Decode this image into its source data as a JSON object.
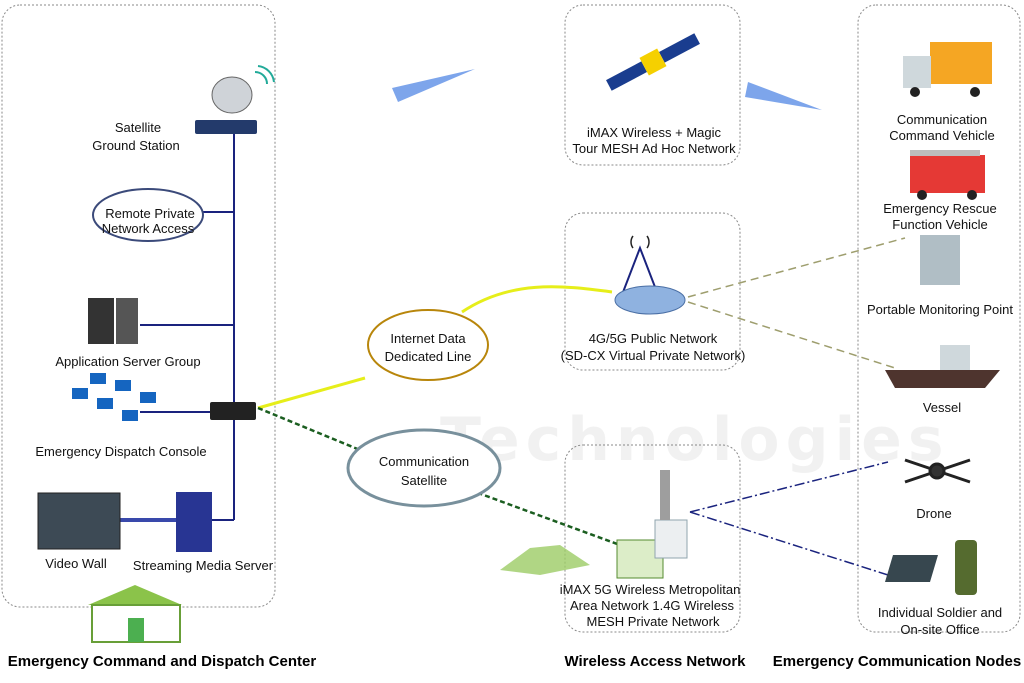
{
  "colors": {
    "backbone": "#1a237e",
    "internet_line": "#e6ee1a",
    "satellite_line": "#1b5e20",
    "cellular_line": "#9e9e6e",
    "mesh_line": "#1a237e",
    "box_border": "#888888"
  },
  "watermark": "Technologies",
  "sections": {
    "command_center": "Emergency Command and Dispatch Center",
    "access_network": "Wireless Access Network",
    "nodes": "Emergency Communication Nodes"
  },
  "command_center": {
    "ground_station": [
      "Satellite",
      "Ground Station"
    ],
    "remote_access": [
      "Remote Private",
      "Network Access"
    ],
    "server_group": "Application Server Group",
    "dispatch_console": "Emergency Dispatch Console",
    "video_wall": "Video Wall",
    "media_server": "Streaming Media Server"
  },
  "clouds": {
    "internet": [
      "Internet Data",
      "Dedicated Line"
    ],
    "satellite": [
      "Communication",
      "Satellite"
    ]
  },
  "access": {
    "mesh_satellite": [
      "iMAX Wireless + Magic",
      "Tour MESH Ad Hoc Network"
    ],
    "public_network": [
      "4G/5G Public Network",
      "(SD-CX Virtual Private Network)"
    ],
    "metro_network": [
      "iMAX 5G Wireless Metropolitan",
      "Area Network 1.4G Wireless",
      "MESH Private Network"
    ]
  },
  "nodes": {
    "command_vehicle": [
      "Communication",
      "Command Vehicle"
    ],
    "rescue_vehicle": [
      "Emergency Rescue",
      "Function Vehicle"
    ],
    "monitoring_point": "Portable Monitoring Point",
    "vessel": "Vessel",
    "drone": "Drone",
    "soldier": [
      "Individual Soldier and",
      "On-site Office"
    ]
  }
}
